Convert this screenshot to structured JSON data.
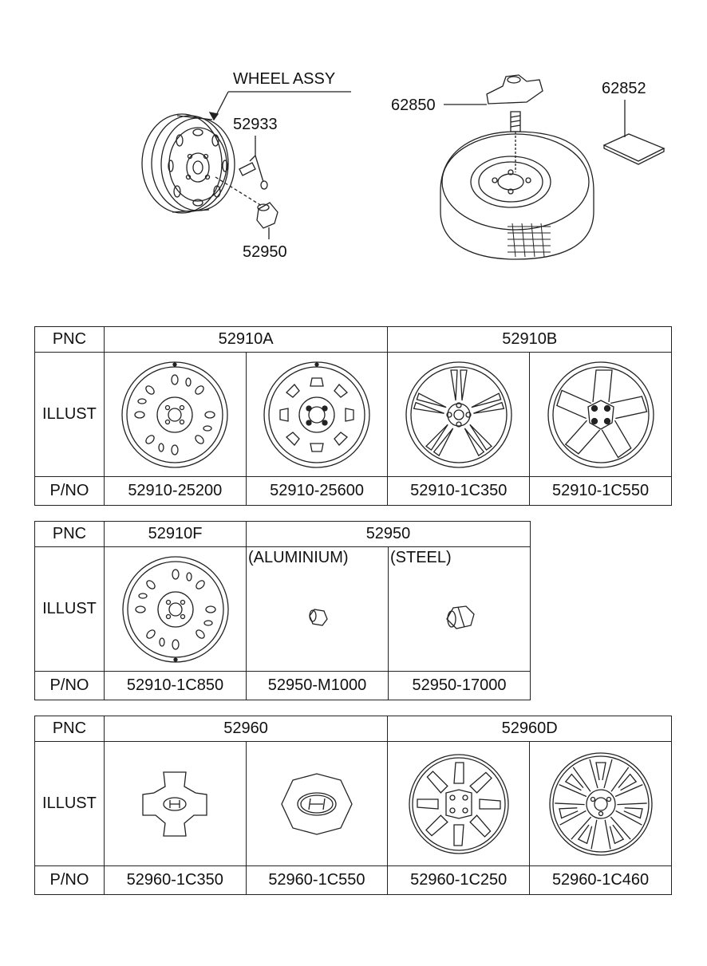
{
  "top": {
    "wheel_assy_label": "WHEEL ASSY",
    "callouts": {
      "a": "52933",
      "b": "52950",
      "c": "62850",
      "d": "62852"
    }
  },
  "row_headers": {
    "pnc": "PNC",
    "illust": "ILLUST",
    "pno": "P/NO"
  },
  "table1": {
    "pnc": [
      "52910A",
      "52910B"
    ],
    "parts": [
      "52910-25200",
      "52910-25600",
      "52910-1C350",
      "52910-1C550"
    ],
    "icons": [
      "steel-wheel-icon",
      "steel-wheel-icon",
      "alloy-wheel-icon",
      "alloy-wheel-icon"
    ]
  },
  "table2": {
    "pnc": [
      "52910F",
      "52950"
    ],
    "subs": [
      "(ALUMINIUM)",
      "(STEEL)"
    ],
    "parts": [
      "52910-1C850",
      "52950-M1000",
      "52950-17000"
    ],
    "icons": [
      "steel-wheel-icon",
      "lug-nut-icon",
      "lug-nut-icon"
    ]
  },
  "table3": {
    "pnc": [
      "52960",
      "52960D"
    ],
    "parts": [
      "52960-1C350",
      "52960-1C550",
      "52960-1C250",
      "52960-1C460"
    ],
    "icons": [
      "center-cap-icon",
      "center-cap-icon",
      "wheel-cover-icon",
      "wheel-cover-icon"
    ]
  }
}
